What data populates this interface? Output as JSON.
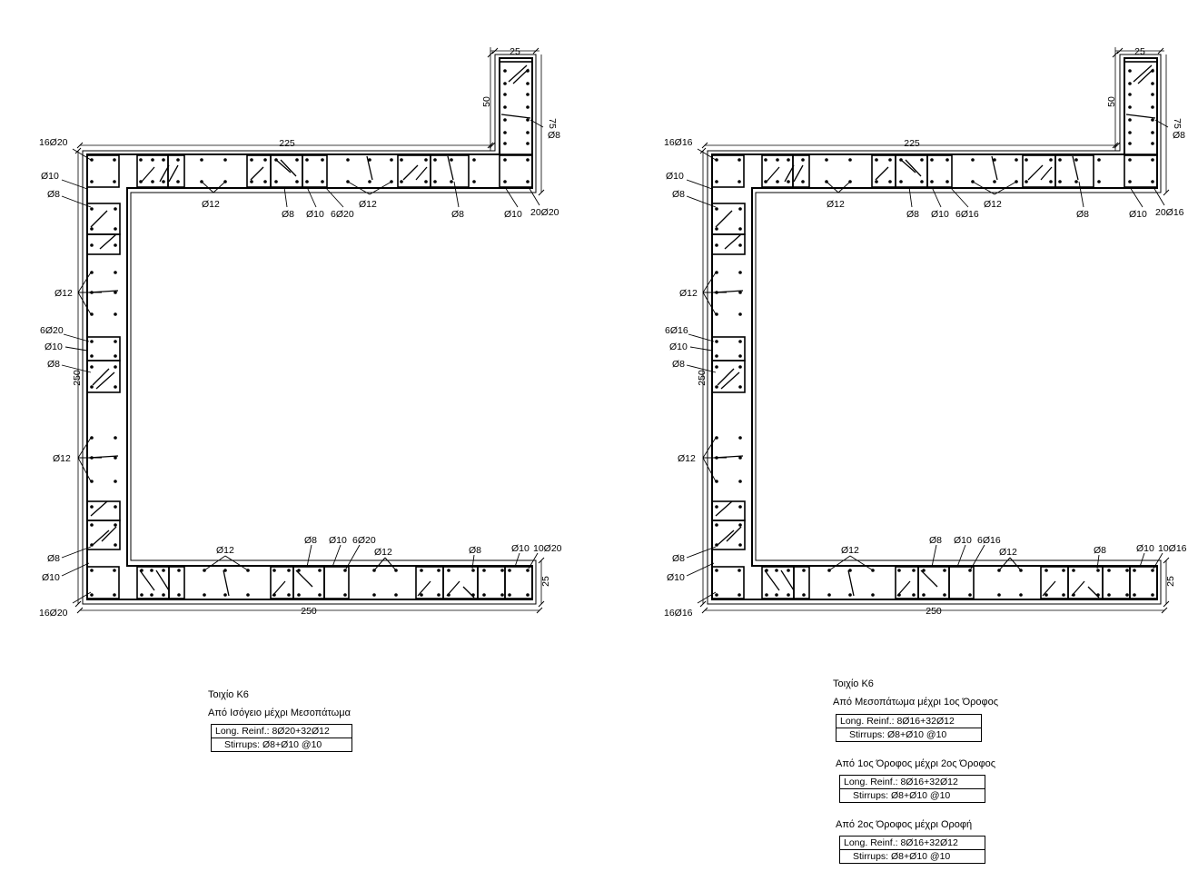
{
  "drawings": [
    {
      "dims": {
        "top": "225",
        "bottom": "250",
        "left": "250",
        "flange_width": "25",
        "flange_height": "50",
        "bottom_thickness": "25",
        "small_right": "75"
      },
      "labels": {
        "top_left_corner": "16Ø20",
        "bottom_left_corner": "16Ø20",
        "left_d10_top": "Ø10",
        "left_d8_top": "Ø8",
        "left_d12_a": "Ø12",
        "left_6bar": "6Ø20",
        "left_d10_mid": "Ø10",
        "left_d8_mid": "Ø8",
        "left_d12_b": "Ø12",
        "left_d8_bot": "Ø8",
        "left_d10_bot": "Ø10",
        "flange_d8": "Ø8",
        "top_d12_a": "Ø12",
        "top_d8_a": "Ø8",
        "top_d10": "Ø10",
        "top_6bar": "6Ø20",
        "top_d12_b": "Ø12",
        "top_d8_b": "Ø8",
        "top_d10_b": "Ø10",
        "top_right_corner": "20Ø20",
        "bot_d12_a": "Ø12",
        "bot_d8_a": "Ø8",
        "bot_d10": "Ø10",
        "bot_6bar": "6Ø20",
        "bot_d12_b": "Ø12",
        "bot_d8_b": "Ø8",
        "bot_d10_b": "Ø10",
        "bot_right_corner": "10Ø20"
      }
    },
    {
      "dims": {
        "top": "225",
        "bottom": "250",
        "left": "250",
        "flange_width": "25",
        "flange_height": "50",
        "bottom_thickness": "25",
        "small_right": "75"
      },
      "labels": {
        "top_left_corner": "16Ø16",
        "bottom_left_corner": "16Ø16",
        "left_d10_top": "Ø10",
        "left_d8_top": "Ø8",
        "left_d12_a": "Ø12",
        "left_6bar": "6Ø16",
        "left_d10_mid": "Ø10",
        "left_d8_mid": "Ø8",
        "left_d12_b": "Ø12",
        "left_d8_bot": "Ø8",
        "left_d10_bot": "Ø10",
        "flange_d8": "Ø8",
        "top_d12_a": "Ø12",
        "top_d8_a": "Ø8",
        "top_d10": "Ø10",
        "top_6bar": "6Ø16",
        "top_d12_b": "Ø12",
        "top_d8_b": "Ø8",
        "top_d10_b": "Ø10",
        "top_right_corner": "20Ø16",
        "bot_d12_a": "Ø12",
        "bot_d8_a": "Ø8",
        "bot_d10": "Ø10",
        "bot_6bar": "6Ø16",
        "bot_d12_b": "Ø12",
        "bot_d8_b": "Ø8",
        "bot_d10_b": "Ø10",
        "bot_right_corner": "10Ø16"
      }
    }
  ],
  "notes_left": {
    "title": "Τοιχίο Κ6",
    "range": "Από Ισόγειο μέχρι Μεσοπάτωμα",
    "long": "Long. Reinf.: 8Ø20+32Ø12",
    "stirrups": "Stirrups: Ø8+Ø10 @10"
  },
  "notes_right": {
    "title": "Τοιχίο Κ6",
    "range1": "Από Μεσοπάτωμα μέχρι 1ος Όροφος",
    "long1": "Long. Reinf.: 8Ø16+32Ø12",
    "stirrups1": "Stirrups: Ø8+Ø10 @10",
    "range2": "Από 1ος Όροφος μέχρι 2ος Όροφος",
    "long2": "Long. Reinf.: 8Ø16+32Ø12",
    "stirrups2": "Stirrups: Ø8+Ø10 @10",
    "range3": "Από 2ος Όροφος μέχρι Οροφή",
    "long3": "Long. Reinf.: 8Ø16+32Ø12",
    "stirrups3": "Stirrups: Ø8+Ø10 @10"
  }
}
